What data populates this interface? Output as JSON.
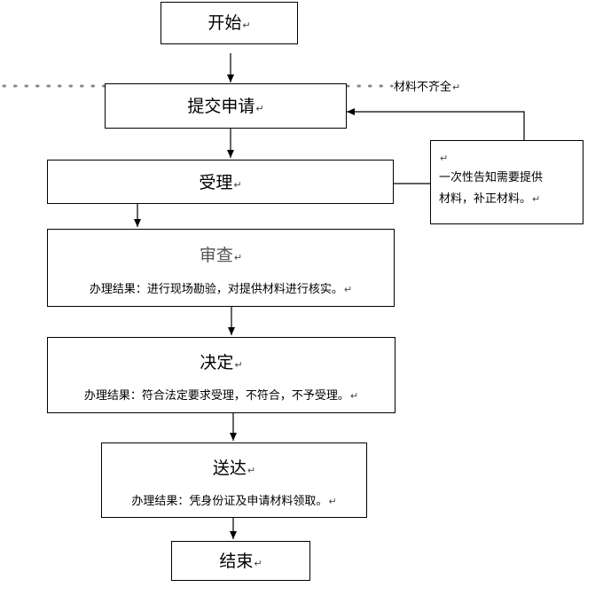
{
  "mark": "↵",
  "nodes": {
    "start": {
      "label": "开始"
    },
    "submit": {
      "label": "提交申请"
    },
    "accept": {
      "label": "受理"
    },
    "review": {
      "label": "审查",
      "result": "办理结果：进行现场勘验，对提供材料进行核实。"
    },
    "decide": {
      "label": "决定",
      "result": "办理结果：符合法定要求受理，不符合，不予受理。"
    },
    "deliver": {
      "label": "送达",
      "result": "办理结果：凭身份证及申请材料领取。"
    },
    "end": {
      "label": "结束"
    }
  },
  "side_note": {
    "line1": "一次性告知需要提供",
    "line2": "材料，补正材料。"
  },
  "incomplete_label": "材料不齐全"
}
